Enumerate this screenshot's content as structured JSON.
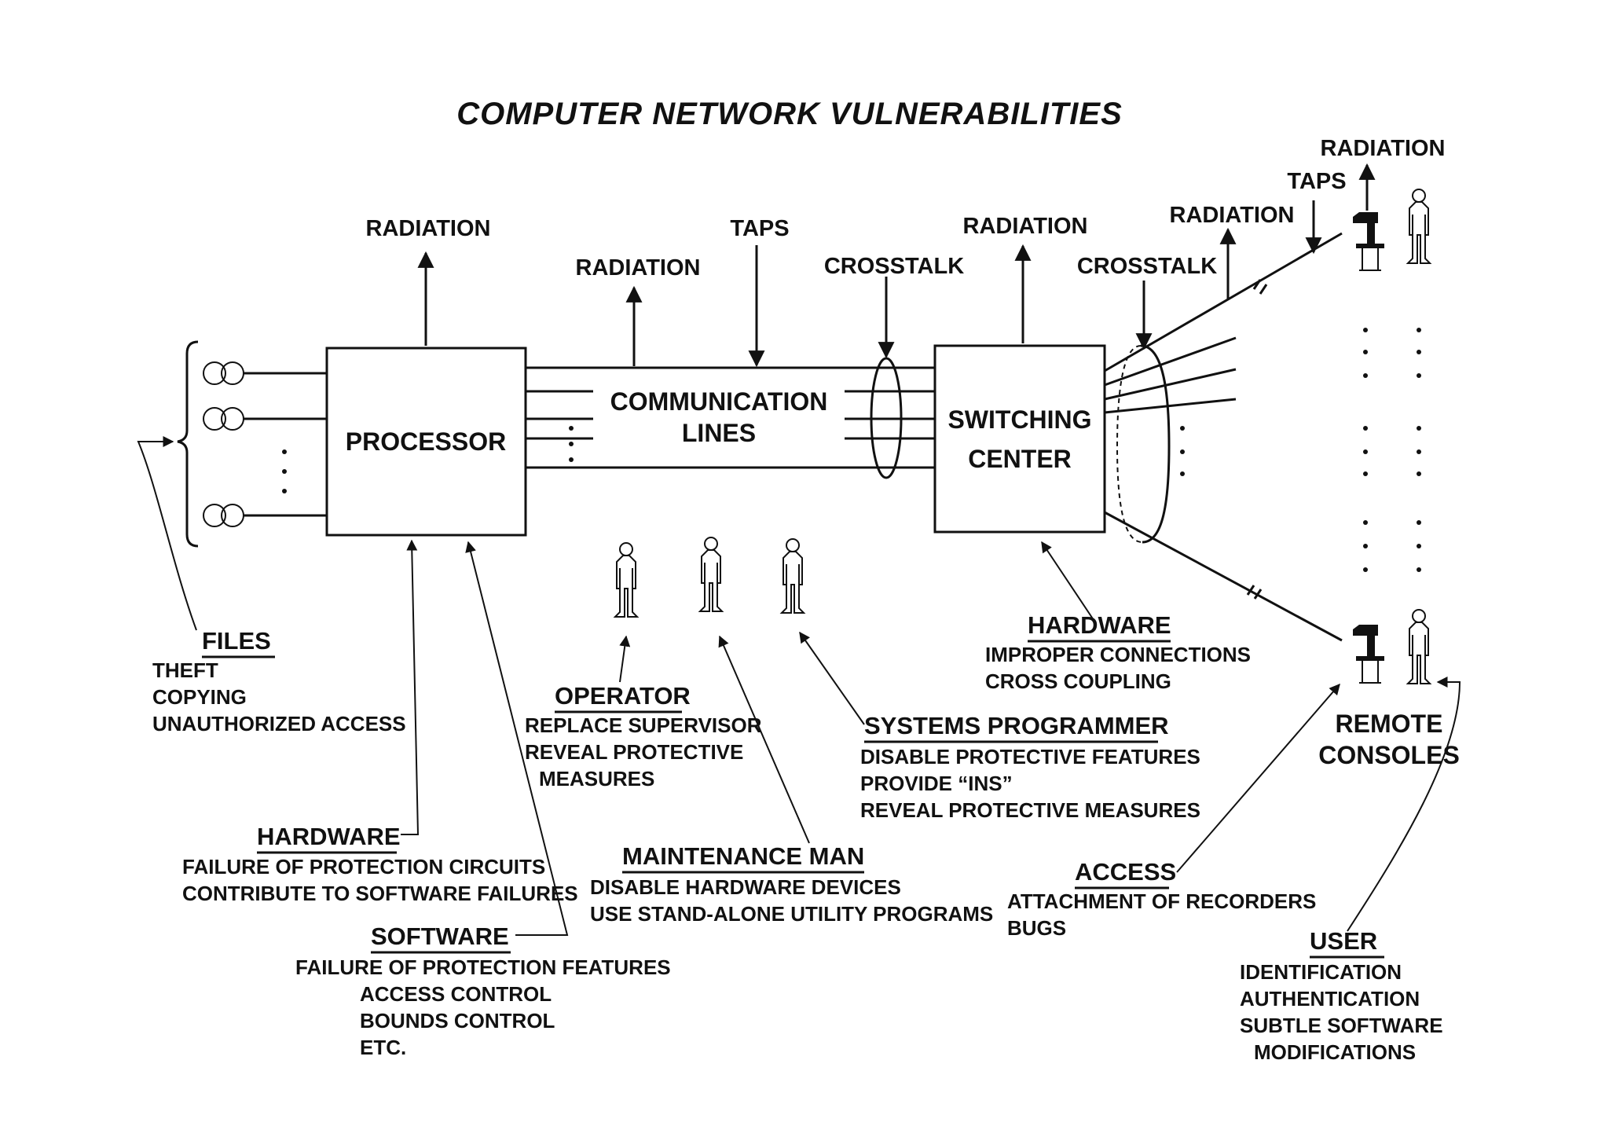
{
  "title": "COMPUTER NETWORK VULNERABILITIES",
  "boxes": {
    "processor": "PROCESSOR",
    "communication_lines": [
      "COMMUNICATION",
      "LINES"
    ],
    "switching_center": [
      "SWITCHING",
      "CENTER"
    ]
  },
  "threat_labels": {
    "radiation_processor": "RADIATION",
    "radiation_lines": "RADIATION",
    "taps_lines": "TAPS",
    "crosstalk_lines": "CROSSTALK",
    "radiation_switch": "RADIATION",
    "crosstalk_switch": "CROSSTALK",
    "radiation_remote_line": "RADIATION",
    "taps_remote": "TAPS",
    "radiation_remote_console": "RADIATION"
  },
  "files": {
    "heading": "FILES",
    "items": [
      "THEFT",
      "COPYING",
      "UNAUTHORIZED ACCESS"
    ]
  },
  "hardware_processor": {
    "heading": "HARDWARE",
    "items": [
      "FAILURE OF PROTECTION CIRCUITS",
      "CONTRIBUTE TO SOFTWARE FAILURES"
    ]
  },
  "software": {
    "heading": "SOFTWARE",
    "items": [
      "FAILURE OF PROTECTION FEATURES",
      "ACCESS CONTROL",
      "BOUNDS CONTROL",
      "ETC."
    ]
  },
  "operator": {
    "heading": "OPERATOR",
    "items": [
      "REPLACE SUPERVISOR",
      "REVEAL PROTECTIVE",
      "MEASURES"
    ]
  },
  "maintenance_man": {
    "heading": "MAINTENANCE MAN",
    "items": [
      "DISABLE HARDWARE DEVICES",
      "USE STAND-ALONE UTILITY PROGRAMS"
    ]
  },
  "systems_programmer": {
    "heading": "SYSTEMS PROGRAMMER",
    "items": [
      "DISABLE PROTECTIVE FEATURES",
      "PROVIDE “INS”",
      "REVEAL PROTECTIVE MEASURES"
    ]
  },
  "hardware_switch": {
    "heading": "HARDWARE",
    "items": [
      "IMPROPER CONNECTIONS",
      "CROSS COUPLING"
    ]
  },
  "access": {
    "heading": "ACCESS",
    "items": [
      "ATTACHMENT OF RECORDERS",
      "BUGS"
    ]
  },
  "remote_consoles": [
    "REMOTE",
    "CONSOLES"
  ],
  "user": {
    "heading": "USER",
    "items": [
      "IDENTIFICATION",
      "AUTHENTICATION",
      "SUBTLE SOFTWARE",
      "MODIFICATIONS"
    ]
  }
}
